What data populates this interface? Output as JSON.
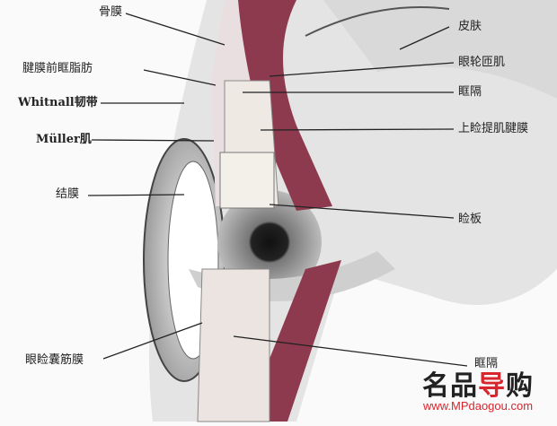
{
  "labels_left": [
    {
      "id": "periosteum",
      "text": "骨膜"
    },
    {
      "id": "preaponeurotic-fat",
      "text": "腱膜前眶脂肪"
    },
    {
      "id": "whitnall-ligament",
      "text": "Whitnall韧带"
    },
    {
      "id": "muller-muscle",
      "text": "Müller肌"
    },
    {
      "id": "conjunctiva",
      "text": "结膜"
    },
    {
      "id": "capsulopalpebral-fascia",
      "text": "眼睑囊筋膜"
    }
  ],
  "labels_right": [
    {
      "id": "skin",
      "text": "皮肤"
    },
    {
      "id": "orbicularis-oculi",
      "text": "眼轮匝肌"
    },
    {
      "id": "orbital-septum",
      "text": "眶隔"
    },
    {
      "id": "levator-aponeurosis",
      "text": "上睑提肌腱膜"
    },
    {
      "id": "tarsus",
      "text": "睑板"
    },
    {
      "id": "lower-orbital-septum",
      "text": "眶隔"
    }
  ],
  "watermark": {
    "logo_black": "名品",
    "logo_red": "导",
    "logo_end": "购",
    "url": "www.MPdaogou.com"
  },
  "colors": {
    "muscle": "#8e3a4e",
    "skin": "#e8d4d8",
    "line": "#222222",
    "watermark_red": "#d8262e"
  }
}
